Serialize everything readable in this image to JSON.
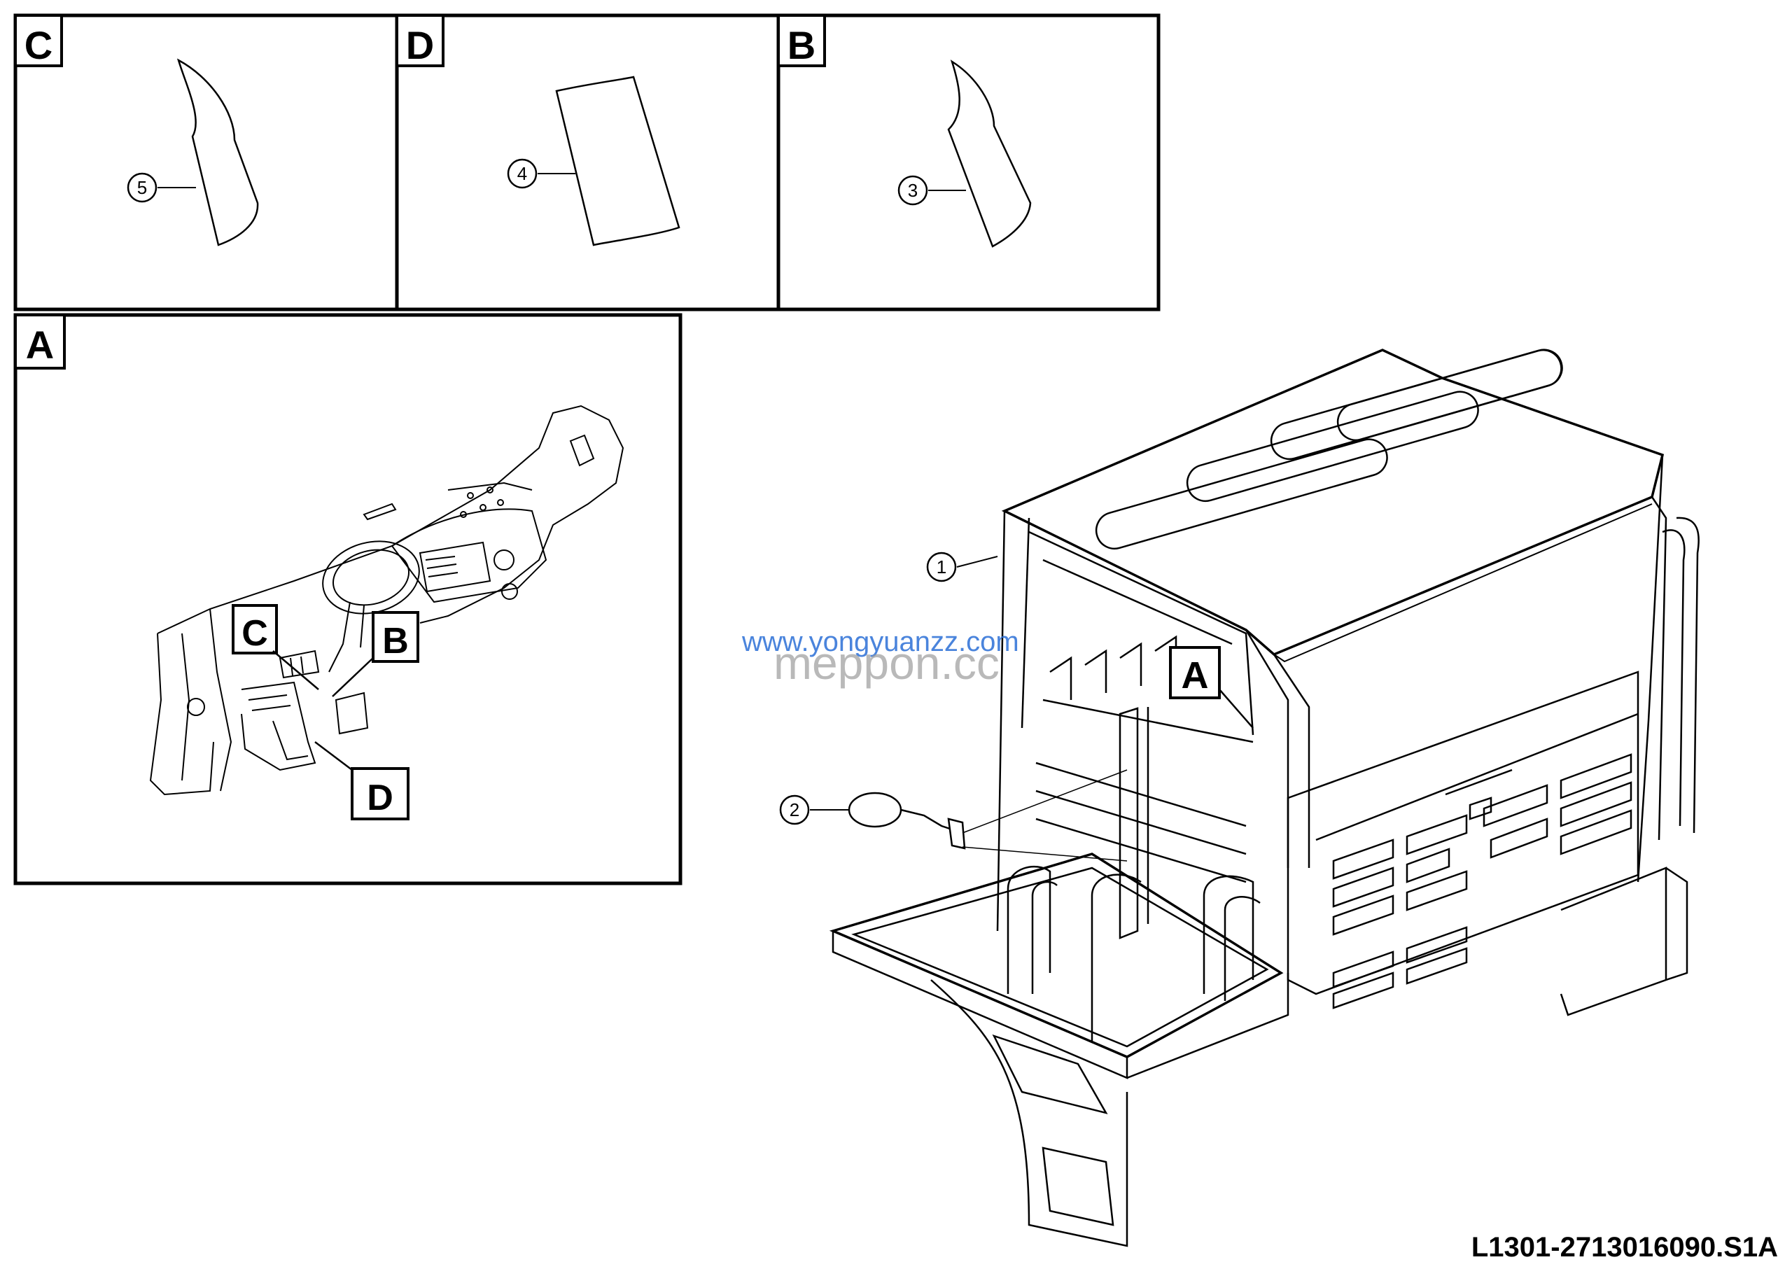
{
  "panels": {
    "c": {
      "label": "C"
    },
    "d": {
      "label": "D"
    },
    "b": {
      "label": "B"
    },
    "a": {
      "label": "A"
    }
  },
  "detail_flags": {
    "c": "C",
    "b": "B",
    "d": "D",
    "a": "A"
  },
  "callouts": {
    "one": "1",
    "two": "2",
    "three": "3",
    "four": "4",
    "five": "5"
  },
  "document_code": "L1301-2713016090.S1A",
  "watermarks": {
    "url": "www.yongyuanzz.com",
    "brand": "meppon.cc"
  }
}
